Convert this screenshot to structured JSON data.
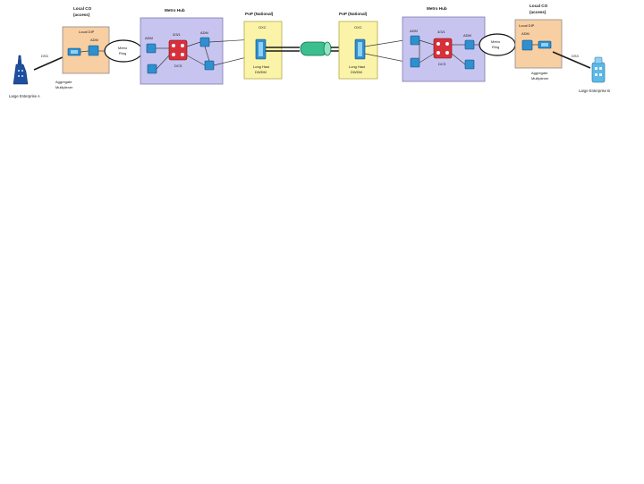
{
  "diagram": {
    "left_co": {
      "title": "Local CO",
      "subtitle": "(access)",
      "inner_label": "Local DIP",
      "adm_label": "ADM",
      "mux_caption_1": "Aggregate",
      "mux_caption_2": "Multiplexer",
      "link_label": "DS3"
    },
    "left_enterprise": {
      "label": "Large Enterprise A"
    },
    "left_ring": {
      "line1": "Metro",
      "line2": "Ring"
    },
    "left_metro": {
      "title": "Metro Hub",
      "adm_left": "ADM",
      "adm_right": "ADM",
      "dcs_top": "3/3/1",
      "dcs_bottom": "DCS"
    },
    "left_pop": {
      "title": "PoP (National)",
      "top_label": "OXC",
      "bottom_line1": "Long Haul",
      "bottom_line2": "DWDM"
    },
    "right_pop": {
      "title": "PoP (National)",
      "top_label": "OXC",
      "bottom_line1": "Long Haul",
      "bottom_line2": "DWDM"
    },
    "right_metro": {
      "title": "Metro Hub",
      "adm_left": "ADM",
      "adm_right": "ADM",
      "dcs_top": "3/3/1",
      "dcs_bottom": "DCS"
    },
    "right_ring": {
      "line1": "Metro",
      "line2": "Ring"
    },
    "right_co": {
      "title": "Local CO",
      "subtitle": "(access)",
      "inner_label": "Local DIP",
      "adm_label": "ADM",
      "mux_caption_1": "Aggregate",
      "mux_caption_2": "Multiplexer",
      "link_label": "DS3"
    },
    "right_enterprise": {
      "label": "Large Enterprise B"
    },
    "colors": {
      "co_box": "#f8cfa2",
      "metro_box": "#c8c4f0",
      "pop_box": "#fbf4a8",
      "device": "#2f8fcf",
      "router": "#d8303a",
      "core_cable": "#3bbf8f"
    }
  }
}
